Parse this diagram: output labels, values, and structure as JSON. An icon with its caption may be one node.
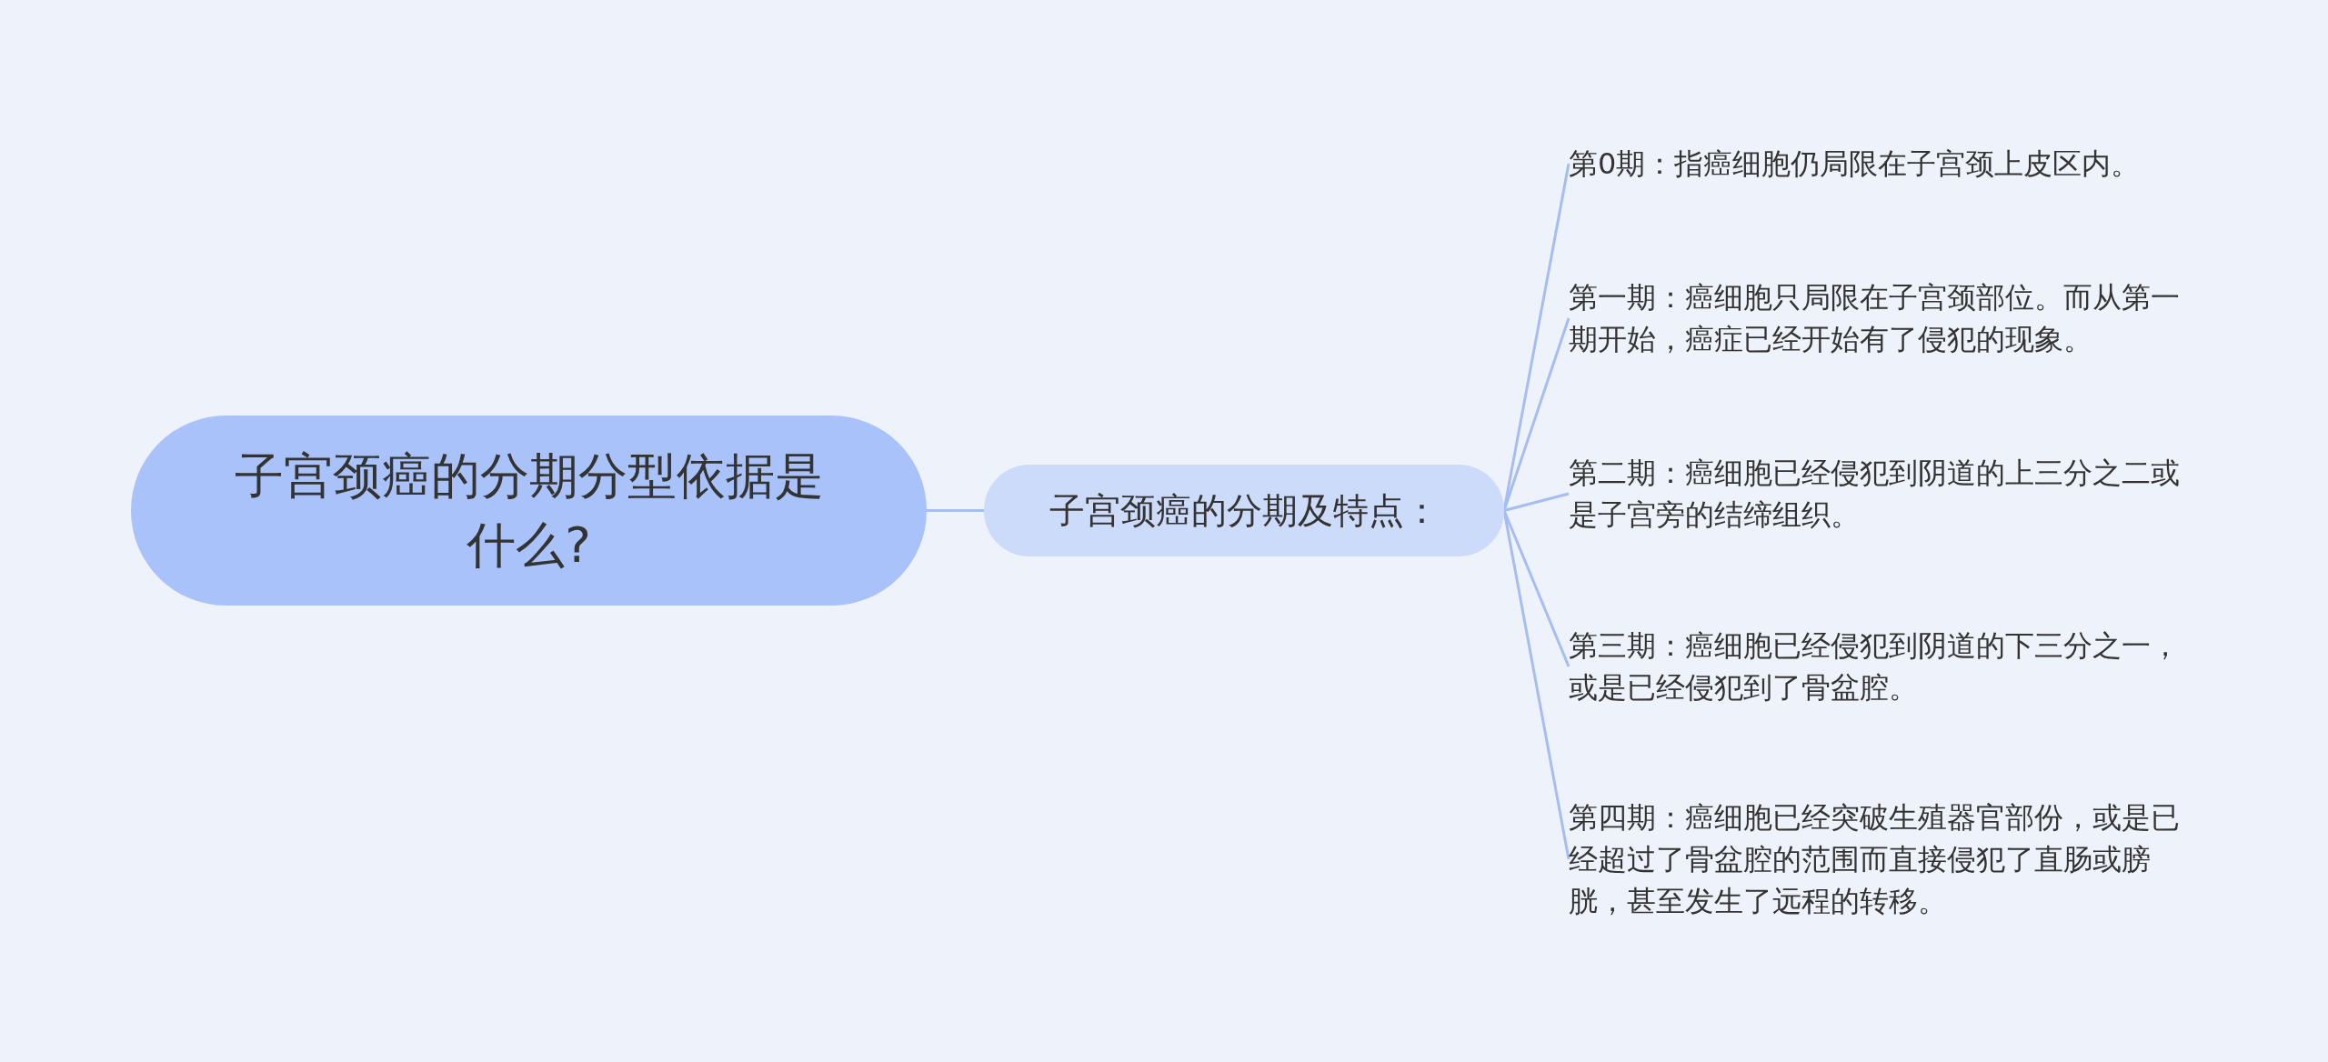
{
  "diagram": {
    "nodes": [
      {
        "text": [
          "子宫颈癌的分期分型依据是什么?"
        ]
      },
      {
        "text": [
          "子宫颈癌的分期及特点："
        ]
      },
      {
        "text": [
          "第0期：指癌细胞仍局限在子宫颈上皮区内。"
        ]
      },
      {
        "text": [
          "第一期：癌细胞只局限在子宫颈部位。而从第一期开始，癌症已经开始有了侵犯的现象。"
        ]
      },
      {
        "text": [
          "第二期：癌细胞已经侵犯到阴道的上三分之二或是子宫旁的结缔组织。"
        ]
      },
      {
        "text": [
          "第三期：癌细胞已经侵犯到阴道的下三分之一，或是已经侵犯到了骨盆腔。"
        ]
      },
      {
        "text": [
          "第四期：癌细胞已经突破生殖器官部份，或是已经超过了骨盆腔的范围而直接侵犯了直肠或膀胱，甚至发生了远程的转移。"
        ]
      }
    ],
    "edges": [
      {
        "from": 0,
        "to": 1,
        "arrow": "none"
      },
      {
        "from": 1,
        "to": 2,
        "arrow": "none"
      },
      {
        "from": 1,
        "to": 3,
        "arrow": "none"
      },
      {
        "from": 1,
        "to": 4,
        "arrow": "none"
      },
      {
        "from": 1,
        "to": 5,
        "arrow": "none"
      },
      {
        "from": 1,
        "to": 6,
        "arrow": "none"
      }
    ]
  }
}
